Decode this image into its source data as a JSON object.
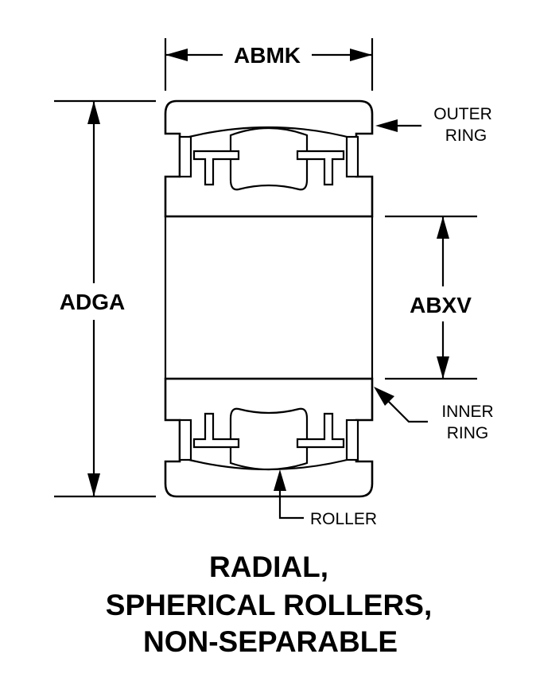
{
  "dimensions": {
    "width_label": "ABMK",
    "outer_diameter_label": "ADGA",
    "bore_label": "ABXV"
  },
  "callouts": {
    "outer_ring_line1": "OUTER",
    "outer_ring_line2": "RING",
    "inner_ring_line1": "INNER",
    "inner_ring_line2": "RING",
    "roller": "ROLLER"
  },
  "title": {
    "line1": "RADIAL,",
    "line2": "SPHERICAL ROLLERS,",
    "line3": "NON-SEPARABLE"
  }
}
